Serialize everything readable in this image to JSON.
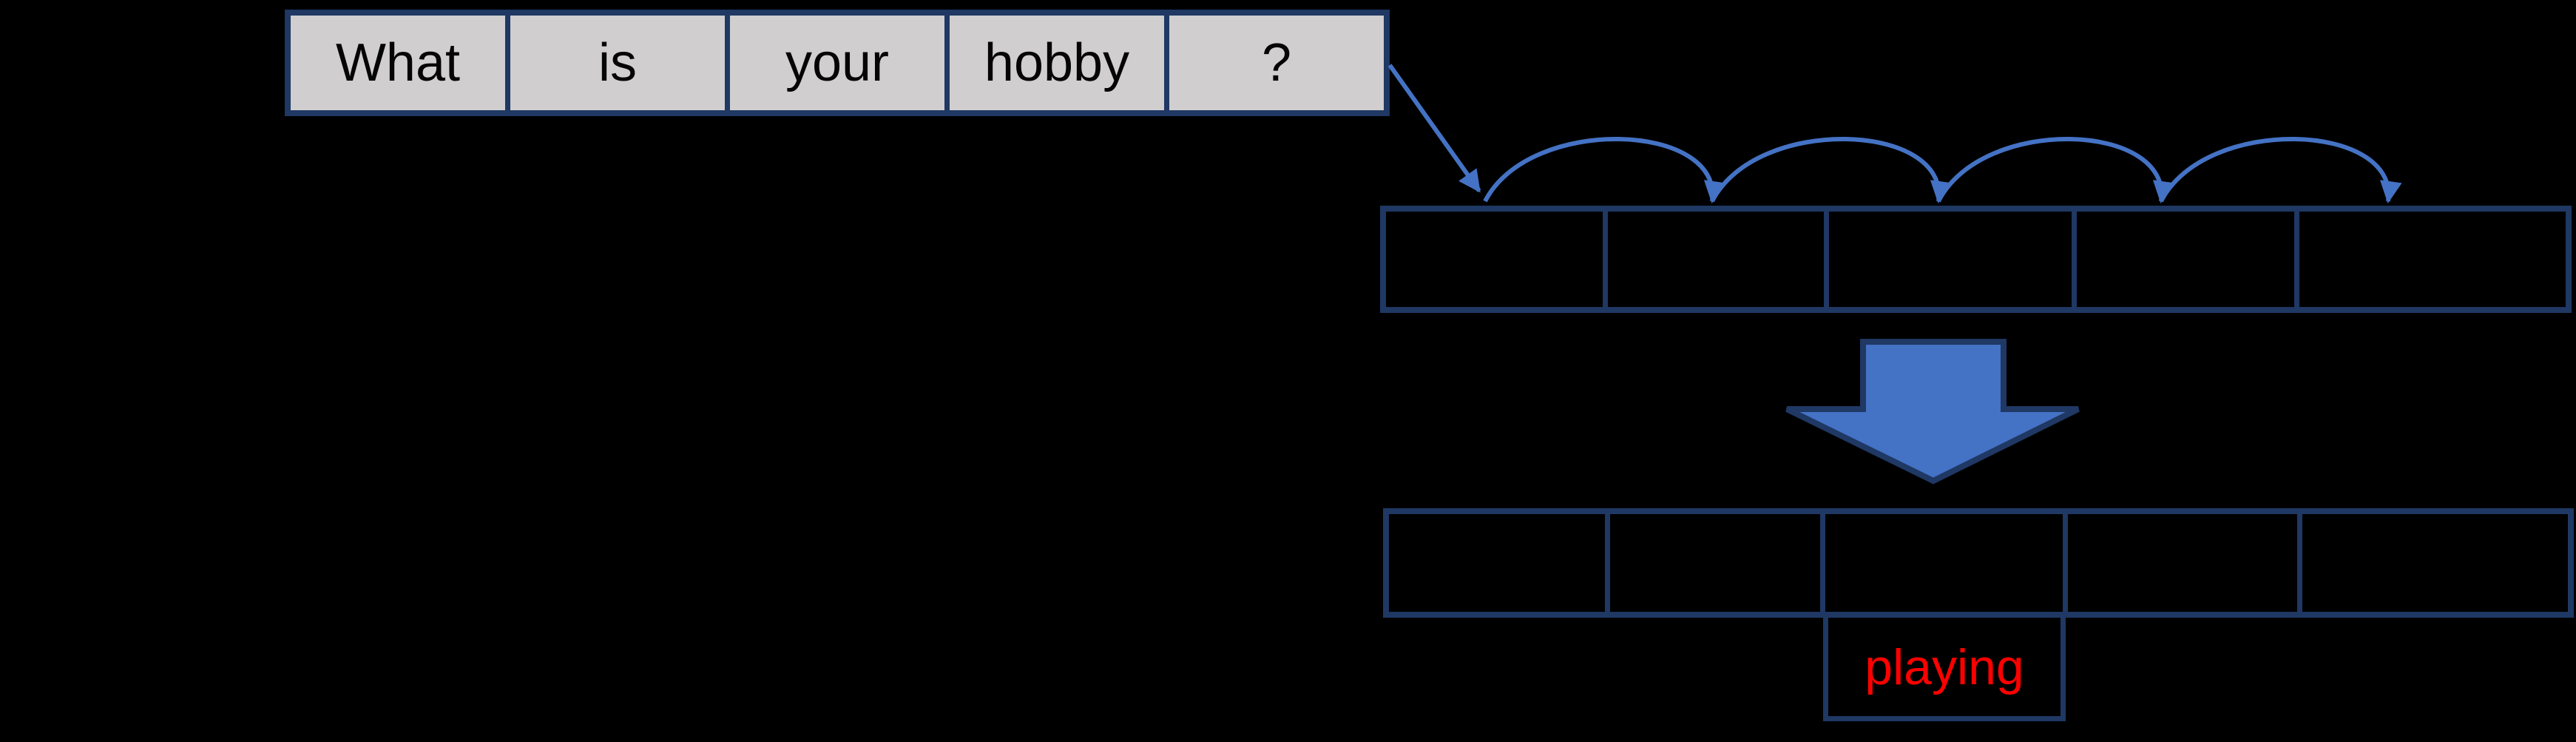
{
  "sentence": {
    "words": [
      "What",
      "is",
      "your",
      "hobby",
      "?"
    ]
  },
  "encoder_row": {
    "cells": [
      "",
      "",
      "",
      "",
      ""
    ]
  },
  "output_row": {
    "cells": [
      "",
      "",
      "",
      "",
      ""
    ]
  },
  "prediction": {
    "label": "playing"
  },
  "colors": {
    "background": "#000000",
    "word_cell_fill": "#D0CECE",
    "word_text": "#050505",
    "border_navy": "#1F3864",
    "arrow_blue": "#4472C4",
    "prediction_red": "#FF0000"
  }
}
